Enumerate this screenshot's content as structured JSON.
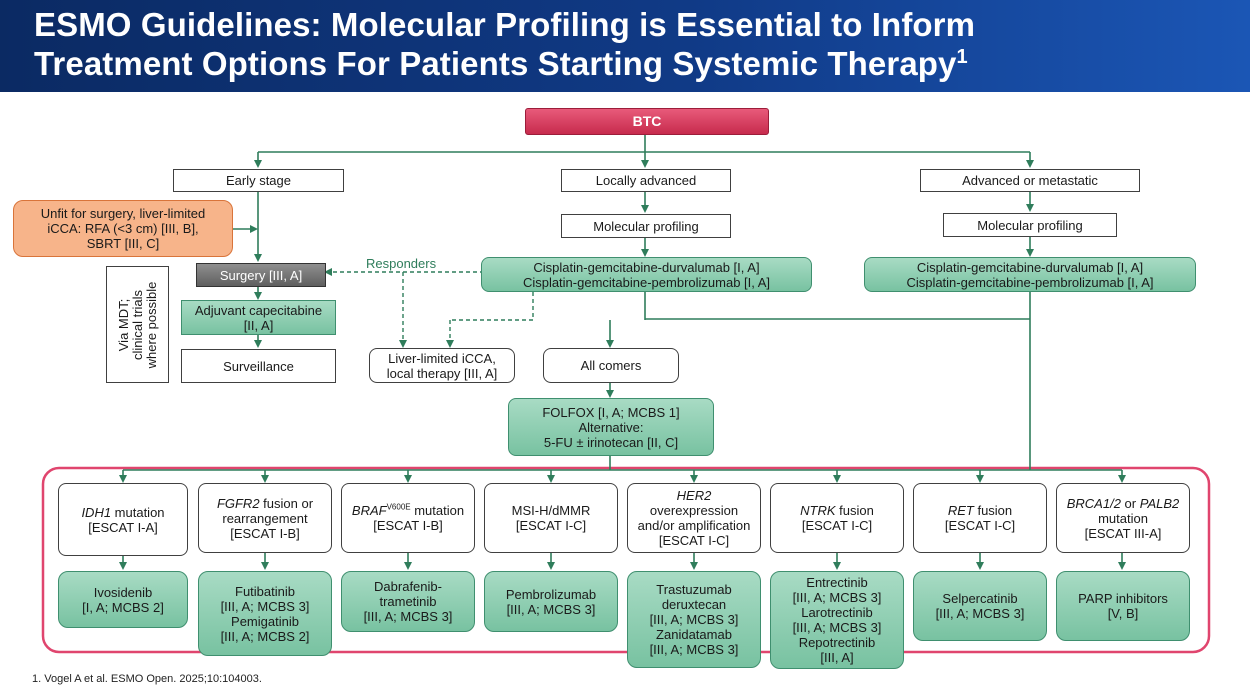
{
  "header": {
    "title_line1": "ESMO Guidelines: Molecular Profiling is Essential to Inform",
    "title_line2": "Treatment Options For Patients Starting Systemic Therapy",
    "title_superscript": "1"
  },
  "flow": {
    "root": "BTC",
    "early": {
      "label": "Early stage",
      "unfit": [
        "Unfit for surgery, liver-limited",
        "iCCA: RFA (<3 cm) [III, B],",
        "SBRT [III, C]"
      ],
      "surgery": "Surgery [III, A]",
      "mdt": [
        "Via MDT;",
        "clinical trials",
        "where possible"
      ],
      "adjuvant": [
        "Adjuvant capecitabine",
        "[II, A]"
      ],
      "surveillance": "Surveillance"
    },
    "local": {
      "label": "Locally advanced",
      "profiling": "Molecular profiling",
      "therapy": [
        "Cisplatin-gemcitabine-durvalumab [I, A]",
        "Cisplatin-gemcitabine-pembrolizumab [I, A]"
      ],
      "responders": "Responders",
      "liver_limited": [
        "Liver-limited iCCA,",
        "local therapy [III, A]"
      ],
      "all_comers": "All comers",
      "folfox": [
        "FOLFOX [I, A; MCBS 1]",
        "Alternative:",
        "5-FU ± irinotecan [II, C]"
      ]
    },
    "advanced": {
      "label": "Advanced or metastatic",
      "profiling": "Molecular profiling",
      "therapy": [
        "Cisplatin-gemcitabine-durvalumab [I, A]",
        "Cisplatin-gemcitabine-pembrolizumab [I, A]"
      ]
    },
    "targets": [
      {
        "marker": "IDH1",
        "marker_rest": " mutation",
        "extra": [],
        "escat": "[ESCAT I-A]",
        "treatment": [
          "Ivosidenib",
          "[I, A; MCBS 2]"
        ]
      },
      {
        "marker": "FGFR2",
        "marker_rest": " fusion or",
        "extra": [
          "rearrangement"
        ],
        "escat": "[ESCAT I-B]",
        "treatment": [
          "Futibatinib",
          "[III, A; MCBS 3]",
          "Pemigatinib",
          "[III, A; MCBS 2]"
        ]
      },
      {
        "marker": "BRAF",
        "marker_sup": "V600E",
        "marker_rest": " mutation",
        "extra": [],
        "escat": "[ESCAT I-B]",
        "treatment": [
          "Dabrafenib-",
          "trametinib",
          "[III, A; MCBS 3]"
        ]
      },
      {
        "marker": "",
        "marker_rest": "MSI-H/dMMR",
        "extra": [],
        "escat": "[ESCAT I-C]",
        "treatment": [
          "Pembrolizumab",
          "[III, A; MCBS 3]"
        ]
      },
      {
        "marker": "HER2",
        "marker_rest": "",
        "extra": [
          "overexpression",
          "and/or amplification"
        ],
        "escat": "[ESCAT I-C]",
        "treatment": [
          "Trastuzumab",
          "deruxtecan",
          "[III, A; MCBS 3]",
          "Zanidatamab",
          "[III, A; MCBS 3]"
        ]
      },
      {
        "marker": "NTRK",
        "marker_rest": " fusion",
        "extra": [],
        "escat": "[ESCAT I-C]",
        "treatment": [
          "Entrectinib",
          "[III, A; MCBS 3]",
          "Larotrectinib",
          "[III, A; MCBS 3]",
          "Repotrectinib",
          "[III, A]"
        ]
      },
      {
        "marker": "RET",
        "marker_rest": " fusion",
        "extra": [],
        "escat": "[ESCAT I-C]",
        "treatment": [
          "Selpercatinib",
          "[III, A; MCBS 3]"
        ]
      },
      {
        "marker": "BRCA1/2",
        "marker_mid": " or ",
        "marker2": "PALB2",
        "marker_rest": "",
        "extra": [
          "mutation"
        ],
        "escat": "[ESCAT III-A]",
        "treatment": [
          "PARP inhibitors",
          "[V, B]"
        ]
      }
    ]
  },
  "colors": {
    "header_dark": "#0b2a63",
    "root_box": "#d8375b",
    "green_box": "#8ccfb1",
    "arrow": "#2f7d5b",
    "highlight_border": "#e0456e"
  },
  "footnote": "1. Vogel A et al. ESMO Open. 2025;10:104003."
}
